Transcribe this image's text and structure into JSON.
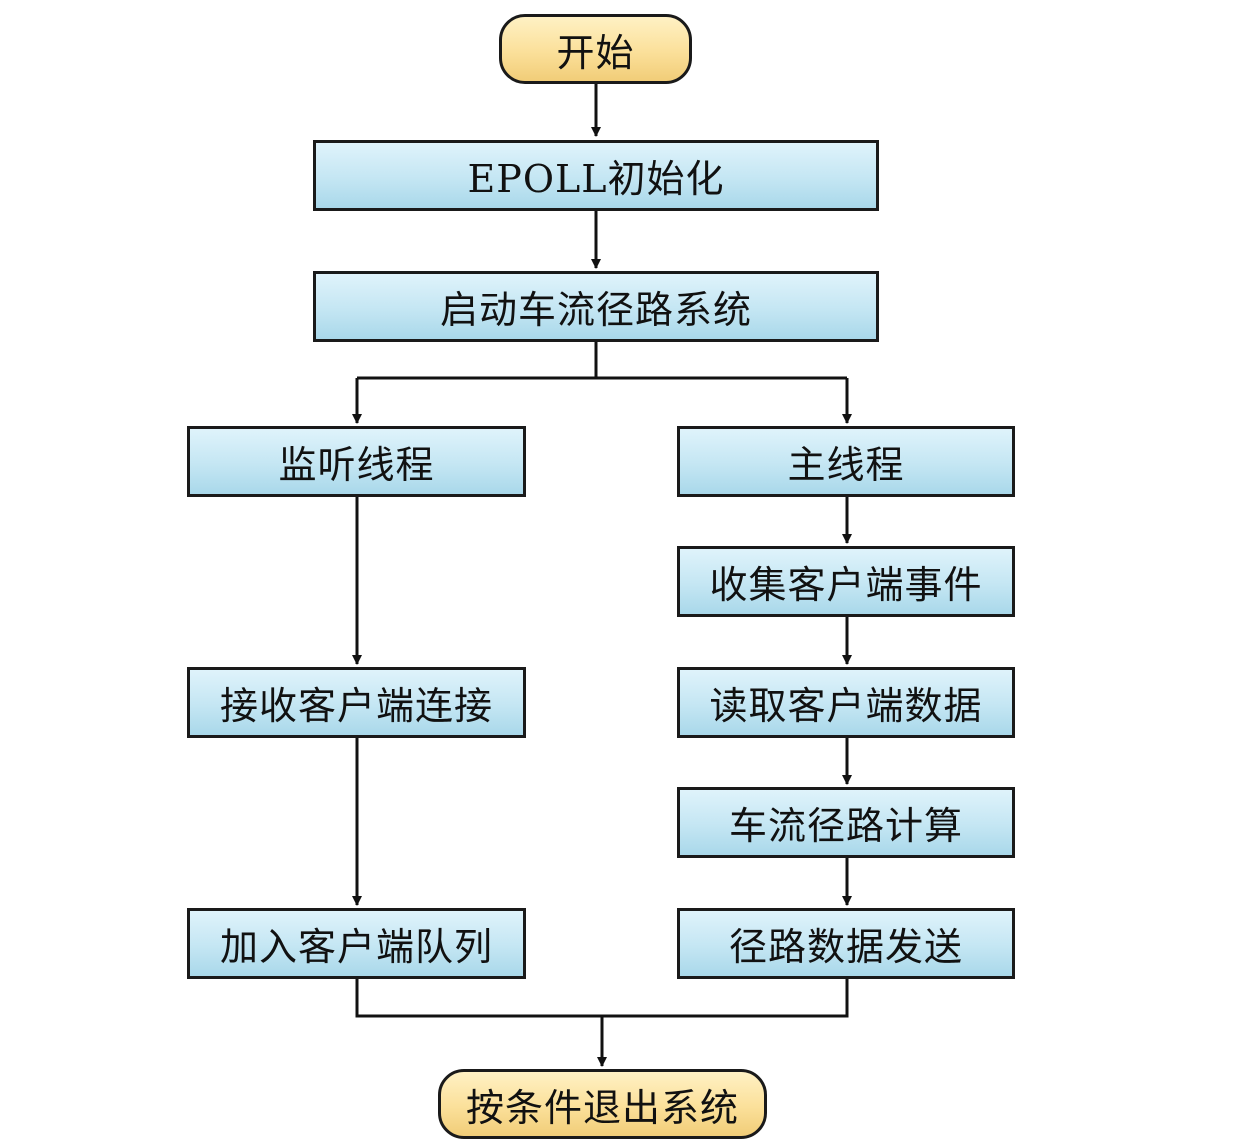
{
  "flowchart": {
    "start": "开始",
    "epoll_init": "EPOLL初始化",
    "start_system": "启动车流径路系统",
    "listen_thread": "监听线程",
    "main_thread": "主线程",
    "accept_conn": "接收客户端连接",
    "add_queue": "加入客户端队列",
    "collect_events": "收集客户端事件",
    "read_data": "读取客户端数据",
    "compute_path": "车流径路计算",
    "send_data": "径路数据发送",
    "exit": "按条件退出系统"
  },
  "colors": {
    "process_fill": "#c4e6f3",
    "terminal_fill": "#fbe09a",
    "stroke": "#1a1a1a"
  }
}
